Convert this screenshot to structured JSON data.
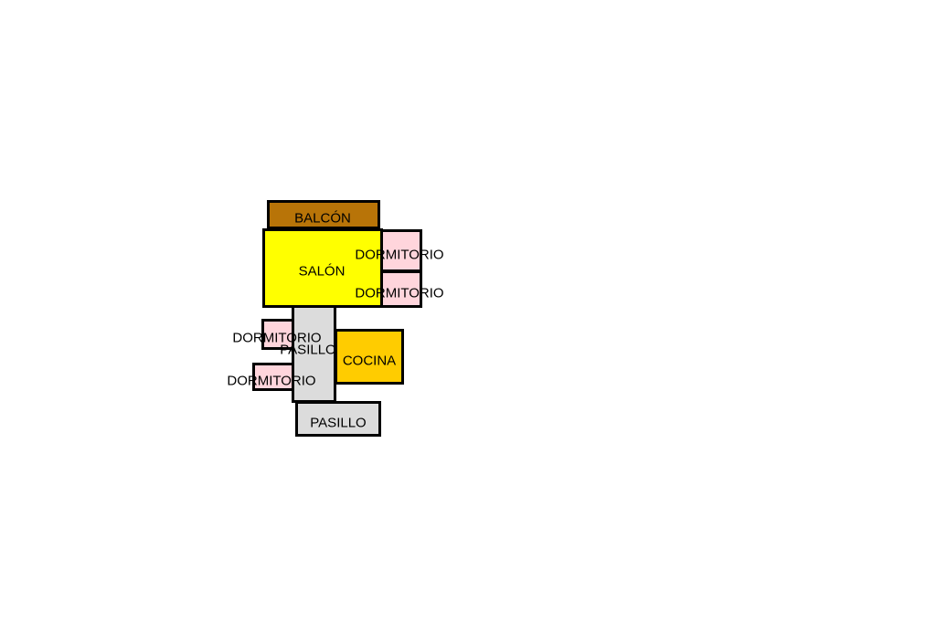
{
  "rooms": [
    {
      "label": "BALCÓN",
      "color": "#b87408"
    },
    {
      "label": "SALÓN",
      "color": "#ffff00"
    },
    {
      "label": "DORMITORIO",
      "color": "#ffd5dc"
    },
    {
      "label": "DORMITORIO",
      "color": "#ffd5dc"
    },
    {
      "label": "PASILLO",
      "color": "#dcdcdc"
    },
    {
      "label": "DORMITORIO",
      "color": "#ffd5dc"
    },
    {
      "label": "DORMITORIO",
      "color": "#ffd5dc"
    },
    {
      "label": "COCINA",
      "color": "#ffcc00"
    },
    {
      "label": "PASILLO",
      "color": "#dcdcdc"
    }
  ]
}
